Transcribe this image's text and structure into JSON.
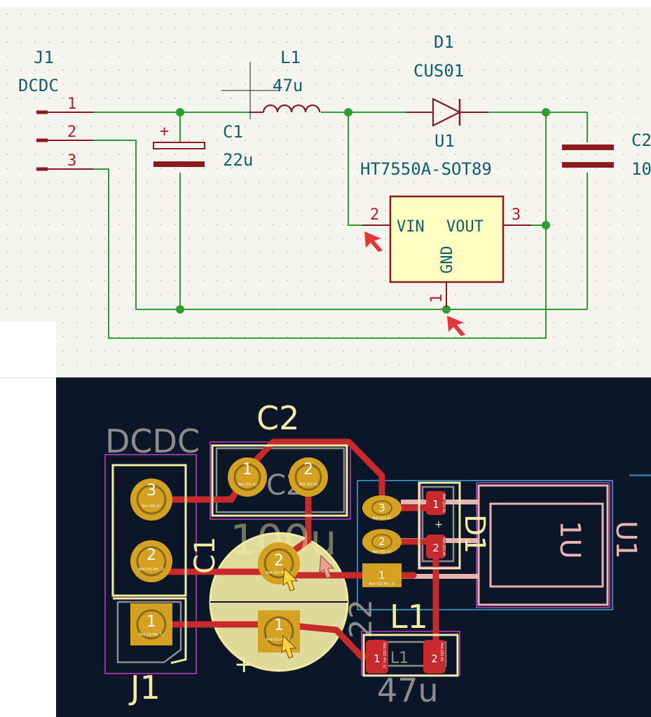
{
  "schematic": {
    "connector": {
      "ref": "J1",
      "value": "DCDC",
      "pins": [
        "1",
        "2",
        "3"
      ]
    },
    "inductor": {
      "ref": "L1",
      "value": "47u"
    },
    "diode": {
      "ref": "D1",
      "value": "CUS01"
    },
    "cap_c1": {
      "ref": "C1",
      "value": "22u",
      "polarity": "+"
    },
    "cap_c2": {
      "ref": "C2",
      "value": "10"
    },
    "regulator": {
      "ref": "U1",
      "value": "HT7550A-SOT89",
      "pin_vin": "VIN",
      "pin_vout": "VOUT",
      "pin_gnd": "GND",
      "pin2": "2",
      "pin3": "3",
      "pin1": "1"
    }
  },
  "pcb": {
    "silk": {
      "dcdc": "DCDC",
      "c2": "C2",
      "c1": "C1",
      "l1": "L1",
      "l1_value": "47u",
      "j1": "J1",
      "u1": "U1",
      "u1_fab": "1U",
      "d1": "D1",
      "c2_fab": "C2",
      "c1_value_partial": "100u",
      "c_value_22": "22",
      "plus": "+",
      "l1_fab": "L1"
    },
    "pads": {
      "p1": "1",
      "p2": "2",
      "p3": "3"
    },
    "netnames": {
      "j1_3": "Net-(D1-K)",
      "j1_2": "Net-(D1-Pin_2)",
      "j1_1": "Net-(J1-Pin_1)",
      "c2_1": "Net-(D1-K)",
      "c2_2": "Net-(D1-P)",
      "c1_2": "Net-(D1-Pin_2)",
      "c1_1": "Net-(D1-Pin_1)",
      "u1_3": "Net-(D1-K)",
      "u1_2": "Net-(D1-A)",
      "u1_1": "Net-(D1-Pin_2)",
      "d1_1": "Net-(D1-K)",
      "d1_2": "Net-(D1-A)",
      "l1_1": "Net-(D1-Pin_1)",
      "l1_2": "Net-(D1-A)"
    }
  },
  "colors": {
    "schematic_bg": "#f5f4ef",
    "wire": "#2e9e33",
    "symbol": "#8a1a1e",
    "pin_text": "#b3202a",
    "label_text": "#0f5e6b",
    "ic_fill": "#ffffc2",
    "pcb_bg": "#0b1628",
    "copper": "#c8292d",
    "pad_gold": "#d4a121",
    "silk": "#f2eba3",
    "fab": "#8c8c8c",
    "courtyard": "#c23fc2",
    "ic_outline": "#3fa9d6",
    "ic_body": "#e8b4b0"
  }
}
